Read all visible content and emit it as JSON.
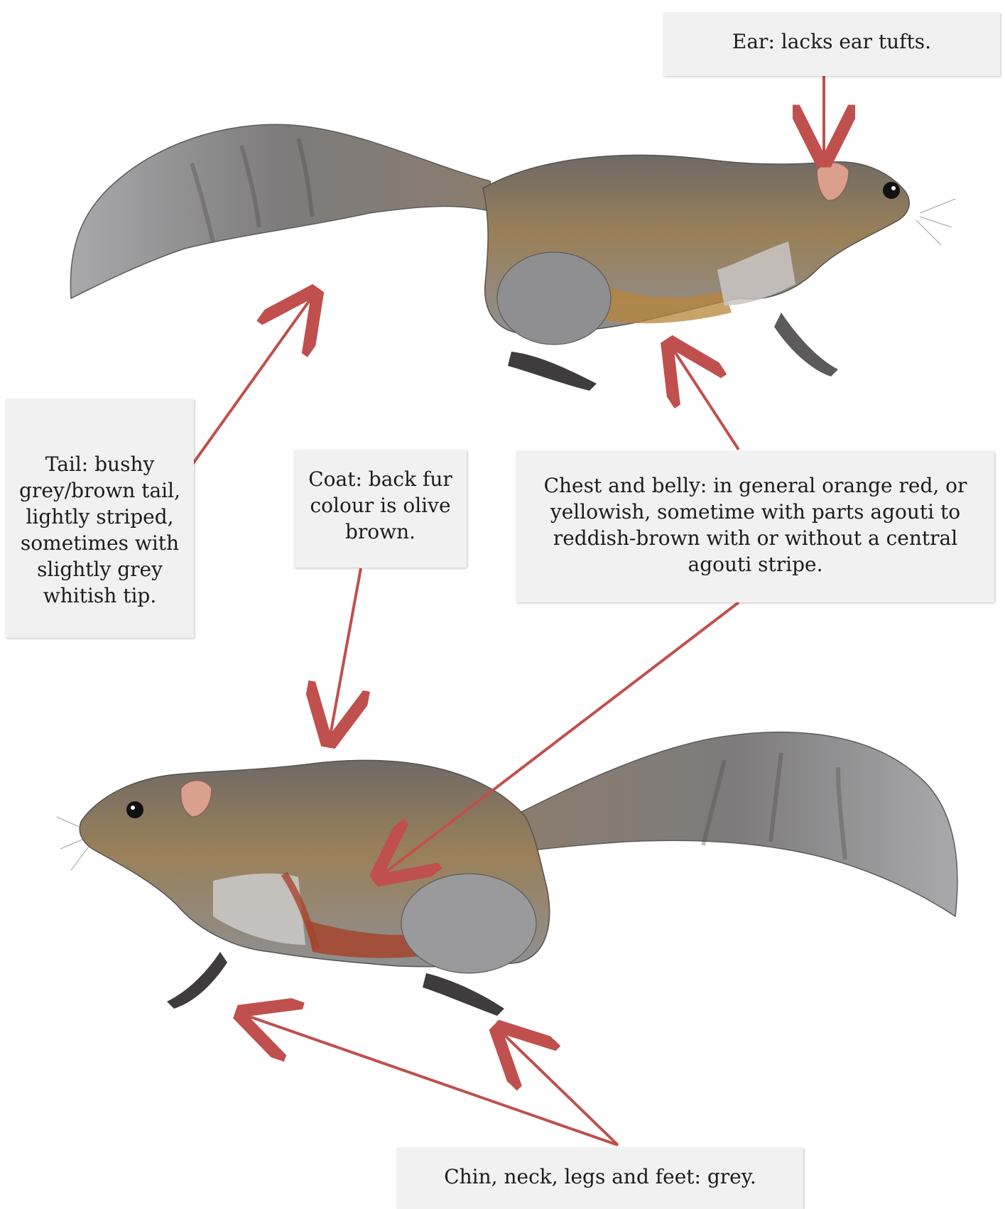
{
  "labels": {
    "ear": "Ear: lacks ear tufts.",
    "tail": "Tail: bushy grey/brown tail, lightly striped, sometimes with slightly grey whitish tip.",
    "coat": "Coat: back fur colour is olive brown.",
    "chest": "Chest and belly: in general orange red, or yellowish, sometime with parts agouti to reddish-brown with or without a central agouti stripe.",
    "legs": "Chin, neck, legs and feet: grey."
  },
  "colors": {
    "arrow": "#c0504d",
    "box": "#f1f1f1",
    "fur_grey": "#8a8a8c",
    "fur_olive": "#9a7a48",
    "belly_orange": "#b8843a",
    "belly_red": "#a5452e"
  },
  "illustrations": {
    "top_squirrel": "squirrel-facing-right",
    "bottom_squirrel": "squirrel-facing-left"
  }
}
